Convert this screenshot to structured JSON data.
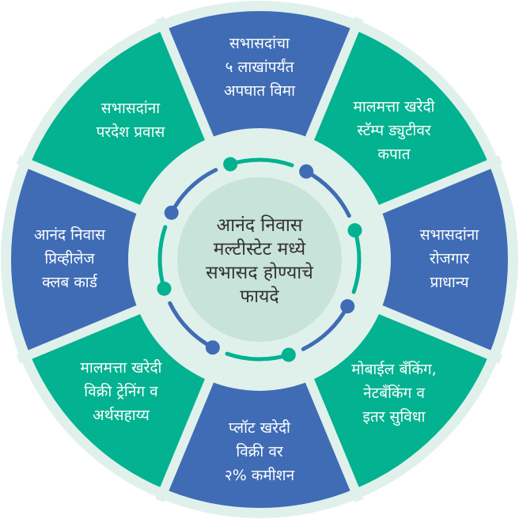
{
  "title_lines": [
    "आनंद निवास",
    "मल्टीस्टेट मध्ये",
    "सभासद होण्याचे",
    "फायदे"
  ],
  "segments": [
    {
      "text": "सभासदांचा\n५ लाखांपर्यंत\nअपघात विमा",
      "color": "blue"
    },
    {
      "text": "मालमत्ता खरेदी\nस्टॅम्प ड्युटीवर\nकपात",
      "color": "teal"
    },
    {
      "text": "सभासदांना\nरोजगार\nप्राधान्य",
      "color": "blue"
    },
    {
      "text": "मोबाईल बँकिंग,\nनेटबँकिंग व\nइतर सुविधा",
      "color": "teal"
    },
    {
      "text": "प्लॉट खरेदी\nविक्री वर\n२% कमीशन",
      "color": "blue"
    },
    {
      "text": "मालमत्ता खरेदी\nविक्री ट्रेनिंग व\nअर्थसहाय्य",
      "color": "teal"
    },
    {
      "text": "आनंद निवास\nप्रिव्हीलेज\nक्लब कार्ड",
      "color": "blue"
    },
    {
      "text": "सभासदांना\nपरदेश प्रवास",
      "color": "teal"
    }
  ],
  "colors": {
    "blue": "#3f6cb5",
    "teal": "#03b290",
    "ring": "#e0f1ec",
    "center": "#c8e3da",
    "text": "#333333"
  }
}
